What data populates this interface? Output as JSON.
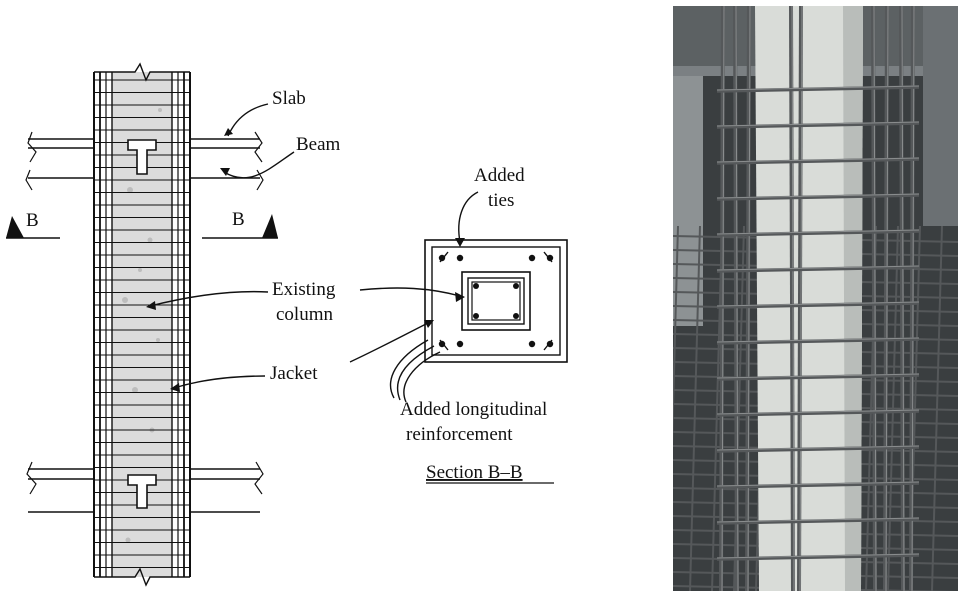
{
  "drawing": {
    "labels": {
      "slab": "Slab",
      "beam": "Beam",
      "section_mark_left": "B",
      "section_mark_right": "B",
      "added_ties_line1": "Added",
      "added_ties_line2": "ties",
      "existing_column_line1": "Existing",
      "existing_column_line2": "column",
      "jacket": "Jacket",
      "added_longitudinal_line1": "Added longitudinal",
      "added_longitudinal_line2": "reinforcement",
      "section_title": "Section B–B"
    }
  },
  "photo": {
    "subject": "column jacketing reinforcement cage photo",
    "colors": {
      "background": "#3a3e40",
      "concrete": "#d9dcd8",
      "rebar": "#55585a",
      "rebar_highlight": "#8a8d8e"
    }
  }
}
